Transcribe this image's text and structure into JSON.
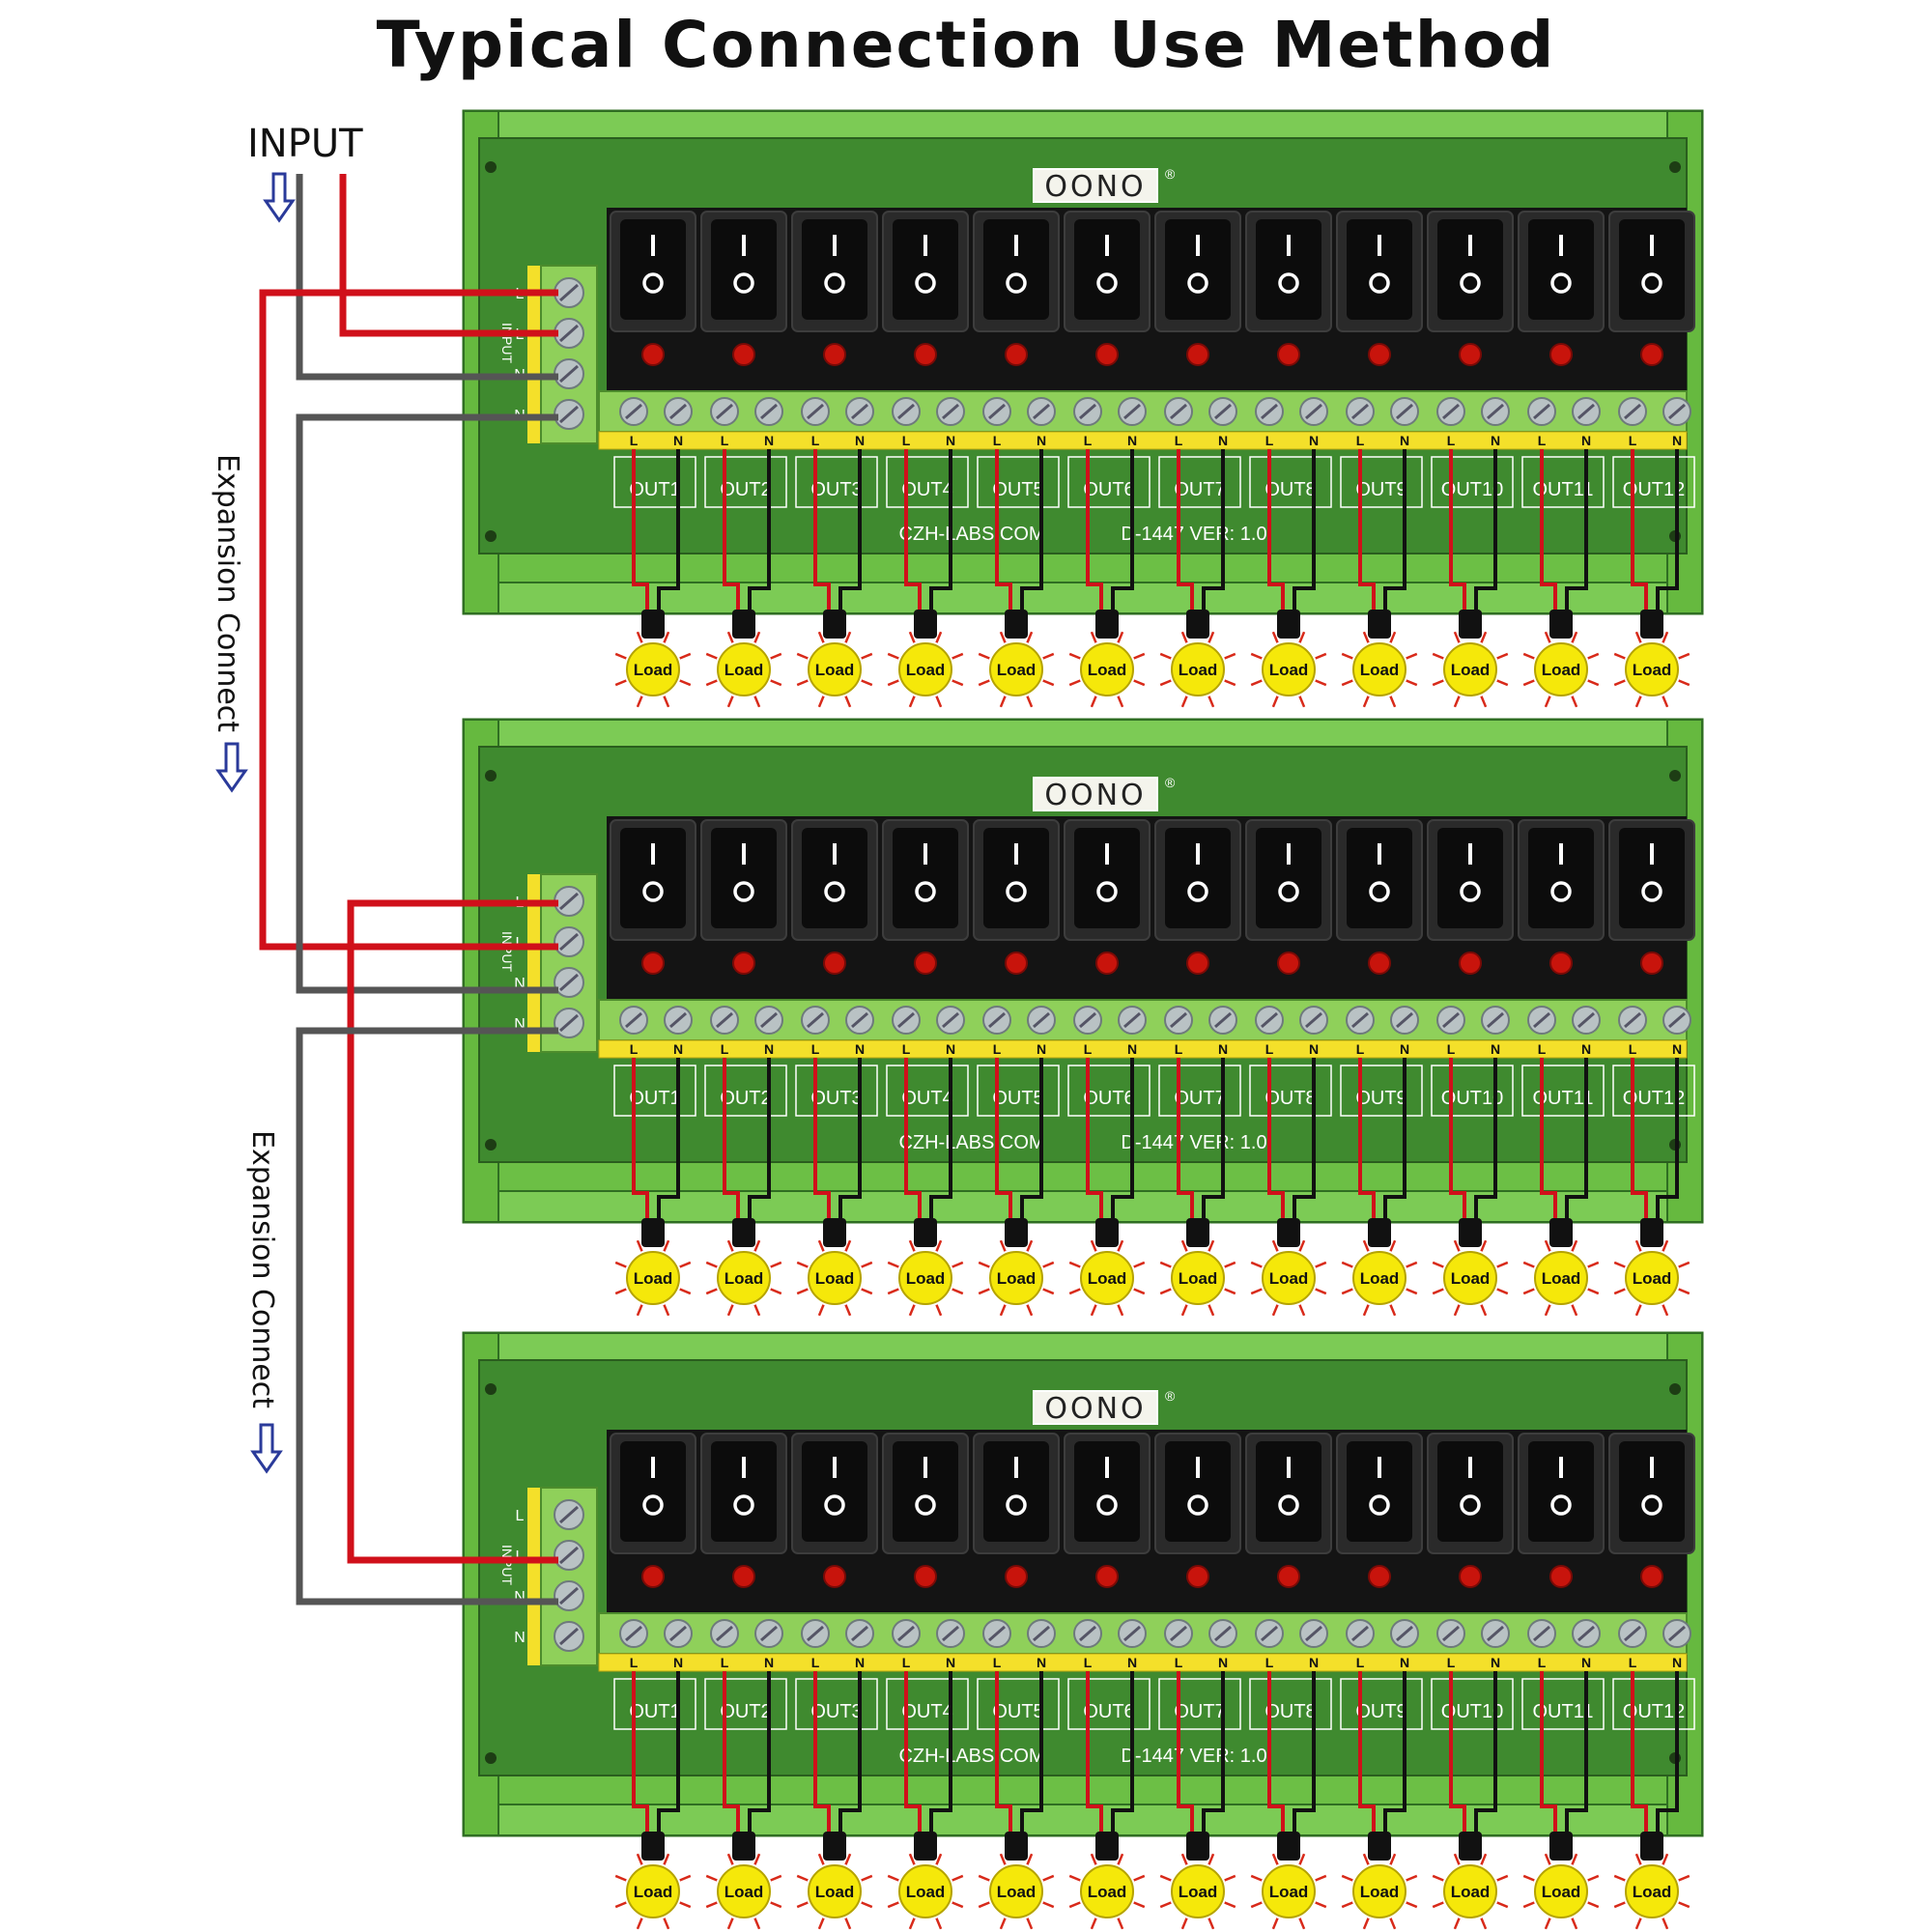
{
  "title": "Typical Connection Use Method",
  "input_label": "INPUT",
  "expansion_label": "Expansion Connect",
  "brand": "OONO",
  "brand_mark": "®",
  "board_caption_left": "CZH-LABS.COM",
  "board_caption_right": "D-1447  VER: 1.0",
  "input_terminal_letters": [
    "L",
    "L",
    "N",
    "N"
  ],
  "input_vertical_label": "INPUT",
  "output_terminal_letters": [
    "L",
    "N"
  ],
  "outputs": [
    "OUT1",
    "OUT2",
    "OUT3",
    "OUT4",
    "OUT5",
    "OUT6",
    "OUT7",
    "OUT8",
    "OUT9",
    "OUT10",
    "OUT11",
    "OUT12"
  ],
  "switch_on_symbol": "I",
  "switch_off_symbol": "O",
  "load_label": "Load",
  "board_count": 3,
  "colors": {
    "board_green": "#3f8a2f",
    "rail_green": "#6cbf45",
    "terminal_green": "#8fd05a",
    "terminal_yellow": "#f4e02a",
    "led_red": "#c8140c",
    "wire_red": "#d0101a",
    "wire_gray": "#555555",
    "load_yellow": "#f5e80a",
    "arrow_blue": "#2a3a9a"
  }
}
